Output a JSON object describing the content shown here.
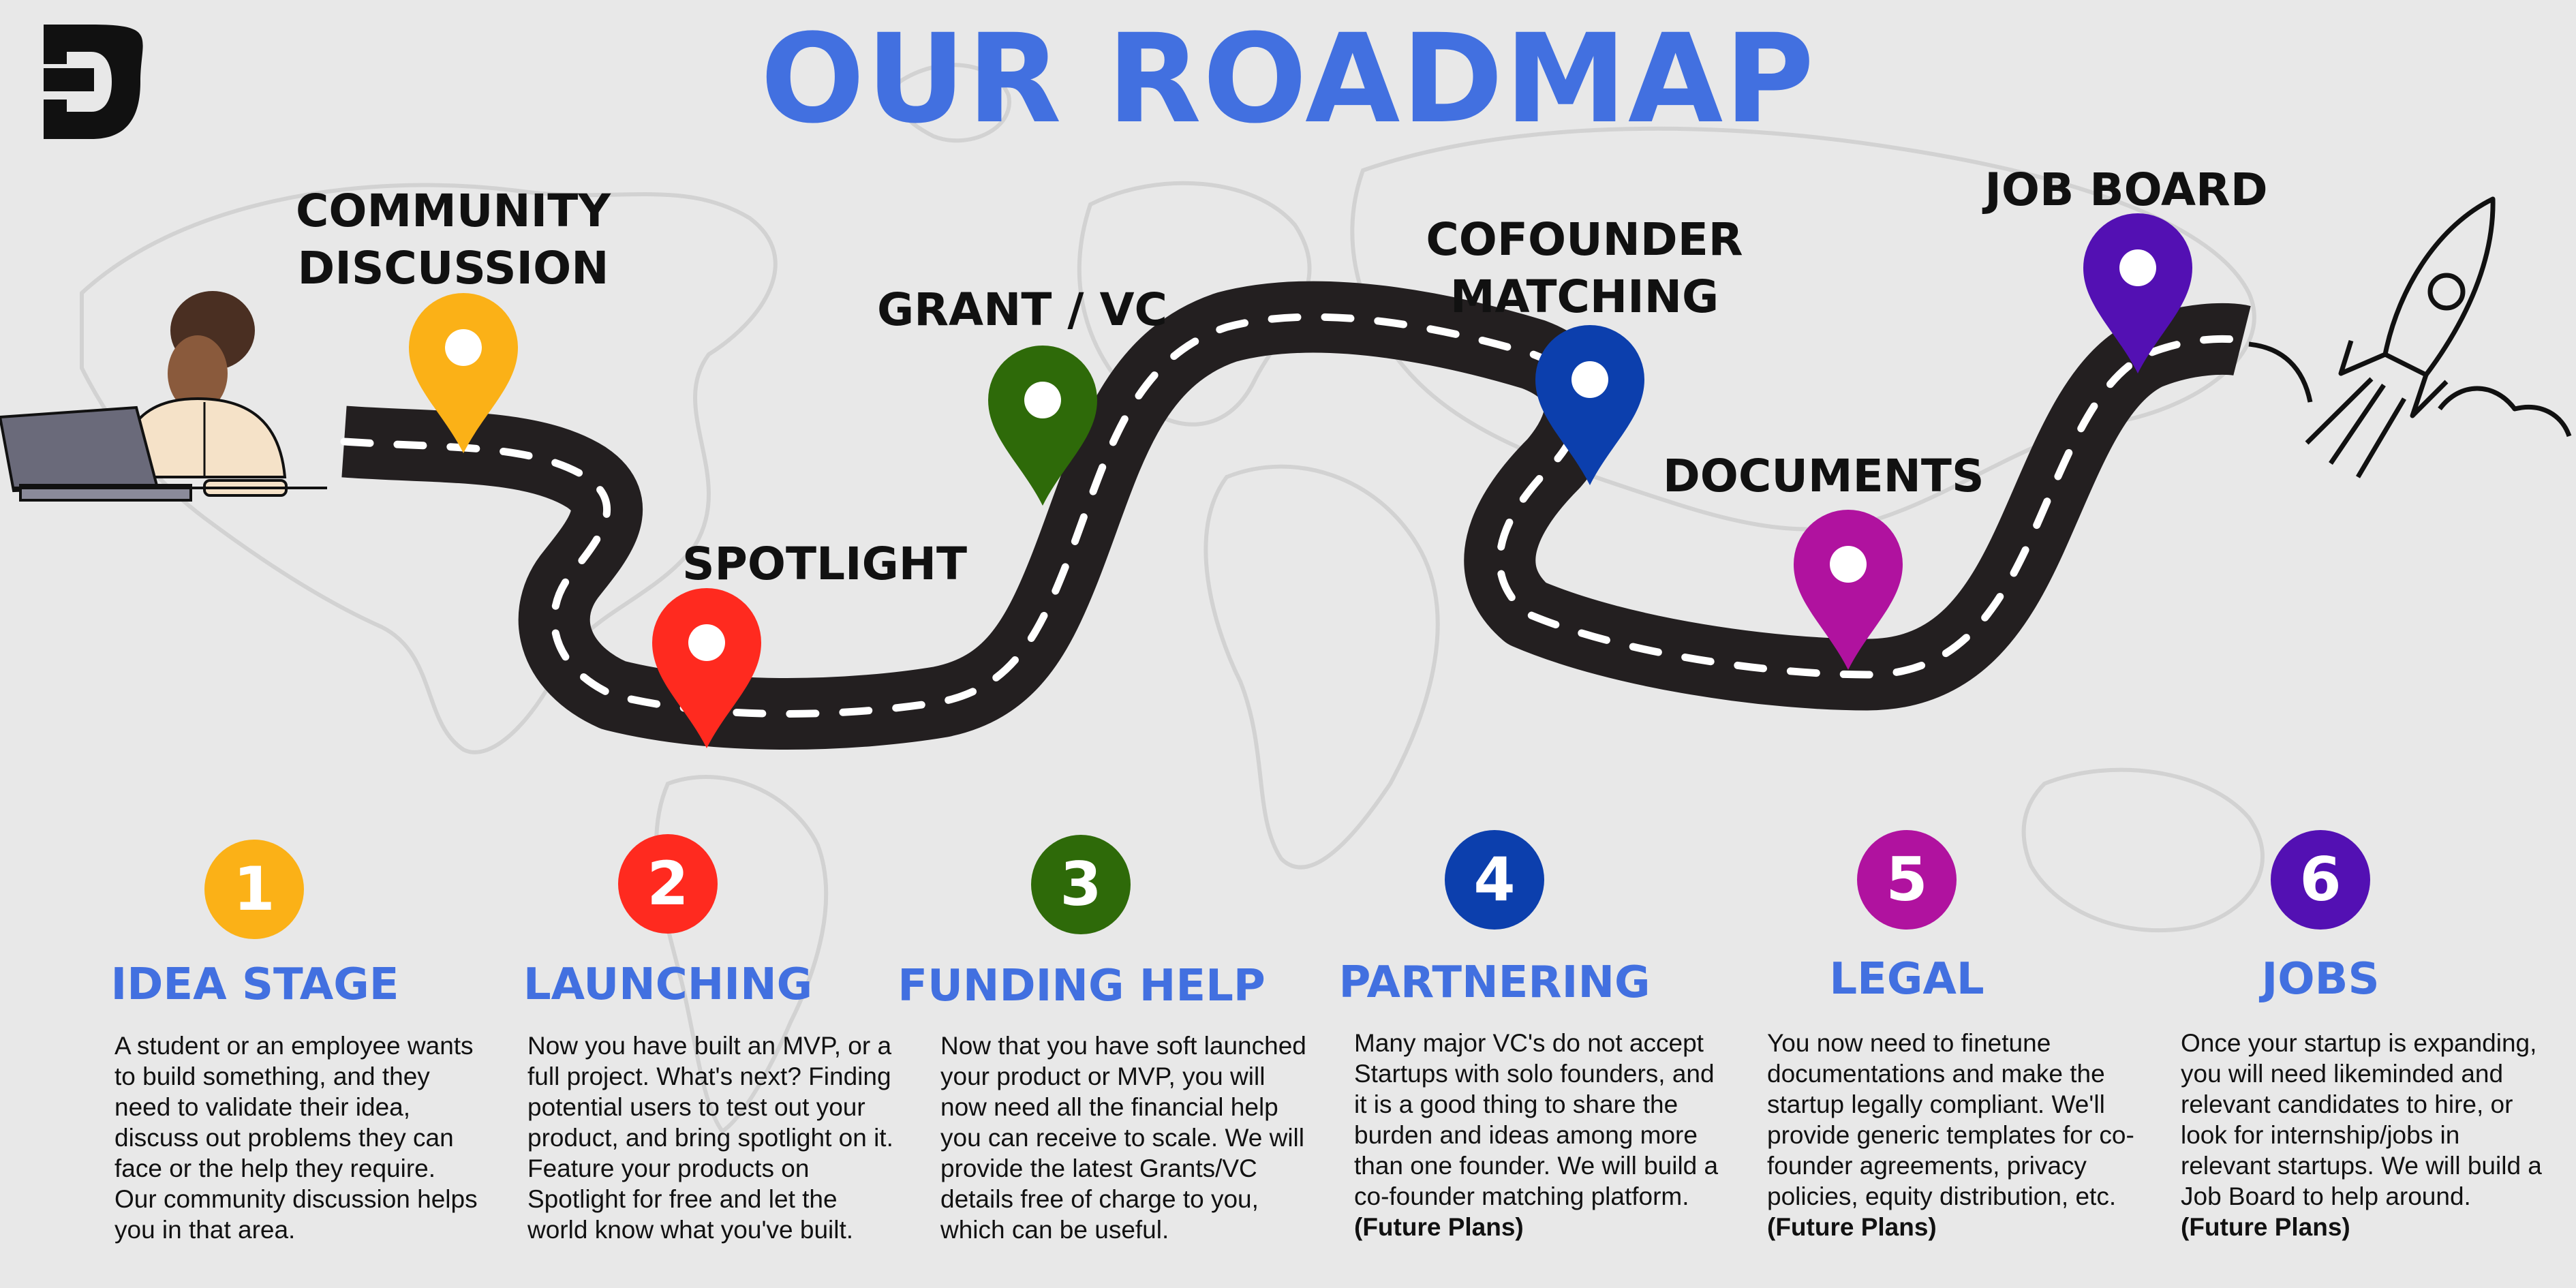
{
  "title": "OUR ROADMAP",
  "colors": {
    "accent": "#4270e0",
    "road": "#231f20",
    "pin1": "#fbb117",
    "pin2": "#ff2a1f",
    "pin3": "#2e6a09",
    "pin4": "#0c3fad",
    "pin5": "#b0129f",
    "pin6": "#5310b3"
  },
  "milestones": [
    {
      "label_lines": [
        "COMMUNITY",
        "DISCUSSION"
      ],
      "number": "1",
      "stage": "IDEA STAGE",
      "description": "A student or an employee wants to build something, and they need to validate their idea, discuss out problems they can face or the help they require. Our community discussion helps you in that area.",
      "future": ""
    },
    {
      "label_lines": [
        "SPOTLIGHT"
      ],
      "number": "2",
      "stage": "LAUNCHING",
      "description": "Now you have built an MVP, or a full project. What's next? Finding potential users to test out your product, and bring spotlight on it. Feature your products on Spotlight for free and let the world know what you've built.",
      "future": ""
    },
    {
      "label_lines": [
        "GRANT / VC"
      ],
      "number": "3",
      "stage": "FUNDING HELP",
      "description": "Now that you have soft launched your product or MVP, you will now need all the financial help you can receive to scale. We will provide the latest Grants/VC details free of charge to you, which can be useful.",
      "future": ""
    },
    {
      "label_lines": [
        "COFOUNDER",
        "MATCHING"
      ],
      "number": "4",
      "stage": "PARTNERING",
      "description": "Many major VC's do not accept Startups with solo founders, and it is a good thing to share the burden and ideas among more than one founder. We will build a co-founder matching platform.",
      "future": "(Future Plans)"
    },
    {
      "label_lines": [
        "DOCUMENTS"
      ],
      "number": "5",
      "stage": "LEGAL",
      "description": "You now need to finetune documentations and make the startup legally compliant. We'll provide generic templates for co-founder agreements, privacy policies, equity distribution, etc.",
      "future": "(Future Plans)"
    },
    {
      "label_lines": [
        "JOB BOARD"
      ],
      "number": "6",
      "stage": "JOBS",
      "description": "Once your startup is expanding, you will need likeminded and relevant candidates to hire, or look for internship/jobs in relevant startups. We will build a Job Board to help around.",
      "future": "(Future Plans)"
    }
  ]
}
